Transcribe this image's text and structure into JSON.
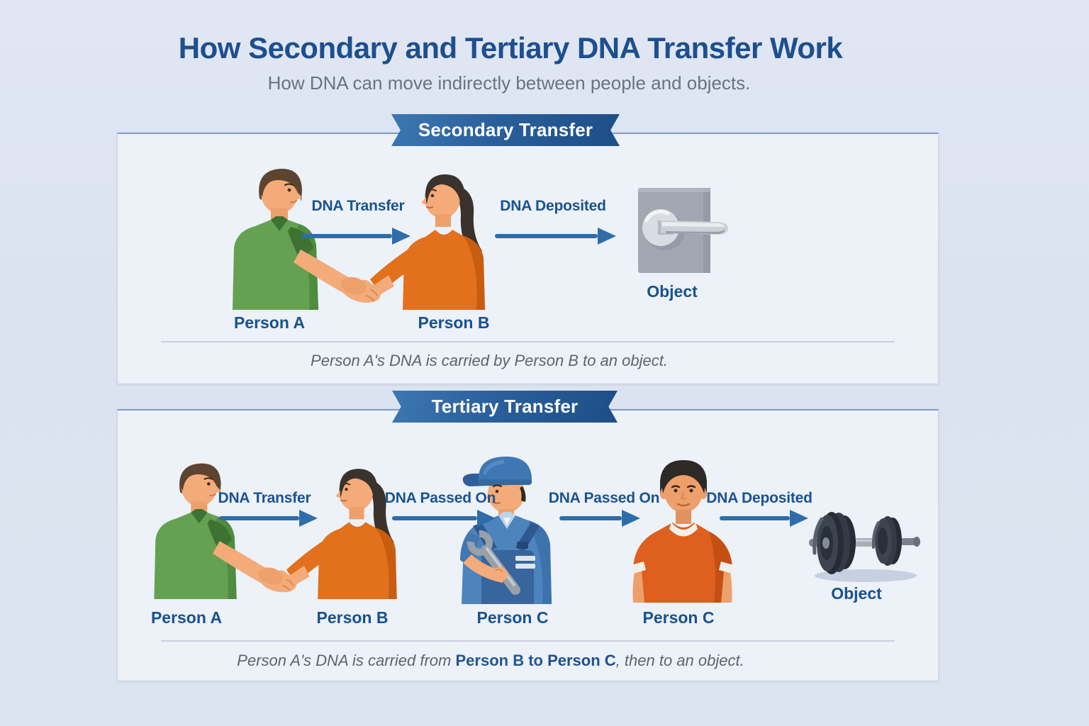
{
  "page": {
    "title": "How Secondary and Tertiary DNA Transfer Work",
    "subtitle": "How DNA can move indirectly between people and objects."
  },
  "secondary": {
    "banner": "Secondary Transfer",
    "arrow_labels": {
      "a1": "DNA Transfer",
      "a2": "DNA Deposited"
    },
    "figure_labels": {
      "person_a": "Person A",
      "person_b": "Person B",
      "object": "Object"
    },
    "caption": "Person A's DNA is carried by Person B to an object."
  },
  "tertiary": {
    "banner": "Tertiary Transfer",
    "arrow_labels": {
      "a1": "DNA Transfer",
      "a2": "DNA Passed On",
      "a3": "DNA Passed On",
      "a4": "DNA Deposited"
    },
    "figure_labels": {
      "person_a": "Person A",
      "person_b": "Person B",
      "person_c1": "Person C",
      "person_c2": "Person C",
      "object": "Object"
    },
    "caption_parts": {
      "p1": "Person A's DNA is carried from ",
      "p2": "Person B to ",
      "p3": "Person C",
      "p4": ", then to an object."
    }
  },
  "icons": {
    "secondary_object": "door-handle-icon",
    "tertiary_object": "dumbbell-icon"
  },
  "colors": {
    "title_blue": "#1d4f8e",
    "ribbon_blue": "#24568e",
    "arrow_blue": "#2e6da9",
    "label_blue": "#17528e",
    "caption_gray": "#5b6472",
    "panel_bg": "#edf1f8",
    "page_bg": "#dce3f0",
    "green_shirt": "#64a251",
    "orange_shirt": "#e2701d",
    "mechanic_blue": "#4c84bd"
  }
}
